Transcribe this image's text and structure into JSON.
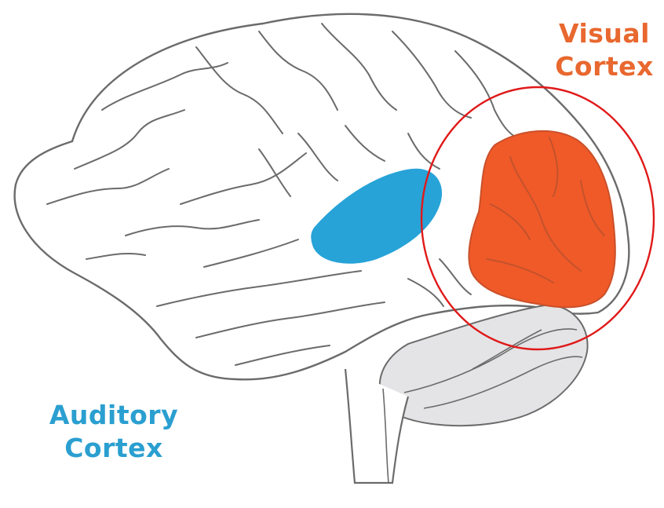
{
  "colors": {
    "outline": "#6b6b6b",
    "visual_cortex": "#f05a28",
    "auditory_cortex": "#27a3d8",
    "cerebellum": "#e4e4e6",
    "highlight_circle": "#e01919",
    "label_visual": "#e8682f",
    "label_auditory": "#2a9fd0"
  },
  "labels": {
    "visual_line1": "Visual",
    "visual_line2": "Cortex",
    "auditory_line1": "Auditory",
    "auditory_line2": "Cortex"
  },
  "icons": {
    "highlight": "circle-outline",
    "brain": "brain-side-view"
  }
}
